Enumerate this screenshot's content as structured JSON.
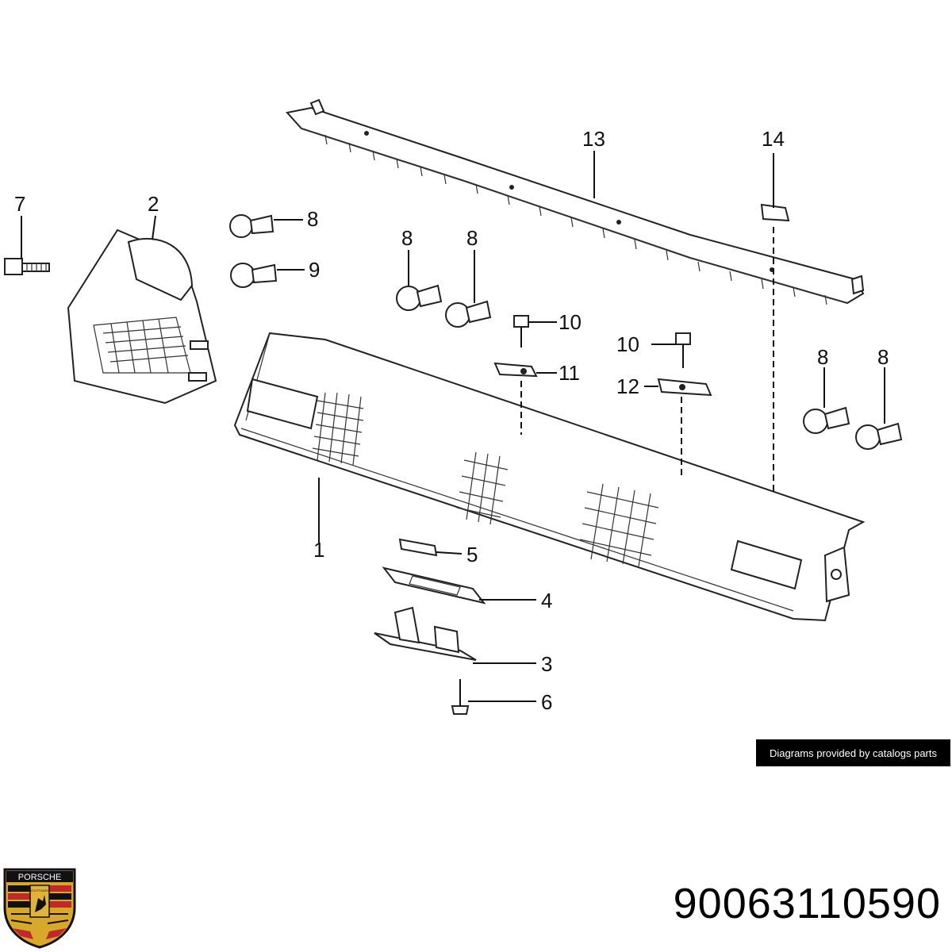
{
  "callouts": [
    {
      "id": "c1",
      "text": "1"
    },
    {
      "id": "c2",
      "text": "2"
    },
    {
      "id": "c3",
      "text": "3"
    },
    {
      "id": "c4",
      "text": "4"
    },
    {
      "id": "c5",
      "text": "5"
    },
    {
      "id": "c6",
      "text": "6"
    },
    {
      "id": "c7",
      "text": "7"
    },
    {
      "id": "c8a",
      "text": "8"
    },
    {
      "id": "c8b",
      "text": "8"
    },
    {
      "id": "c8c",
      "text": "8"
    },
    {
      "id": "c8d",
      "text": "8"
    },
    {
      "id": "c8e",
      "text": "8"
    },
    {
      "id": "c9",
      "text": "9"
    },
    {
      "id": "c10a",
      "text": "10"
    },
    {
      "id": "c10b",
      "text": "10"
    },
    {
      "id": "c11",
      "text": "11"
    },
    {
      "id": "c12",
      "text": "12"
    },
    {
      "id": "c13",
      "text": "13"
    },
    {
      "id": "c14",
      "text": "14"
    }
  ],
  "credit": "Diagrams provided by catalogs parts",
  "part_number": "90063110590",
  "logo": {
    "top_text": "PORSCHE",
    "shield_text": "STUTTGART",
    "colors": {
      "gold": "#d8a82a",
      "red": "#c0282d",
      "black": "#111111"
    }
  }
}
